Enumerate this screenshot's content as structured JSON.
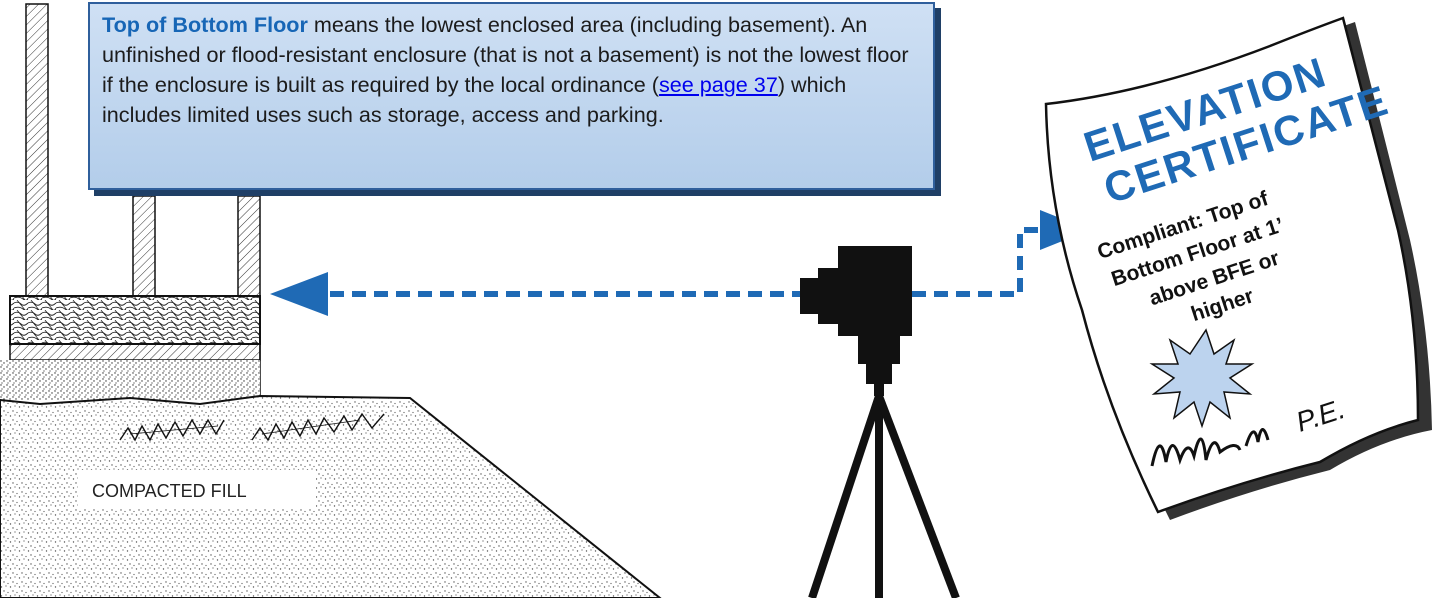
{
  "callout": {
    "term": "Top of Bottom Floor",
    "text_1": " means the lowest enclosed area (including basement). An unfinished or flood-resistant enclosure (that is not a basement) is not the lowest floor if the enclosure is built as required by the local ordinance (",
    "link": "see page 37",
    "text_2": ") which includes limited uses such as storage, access and parking."
  },
  "ground": {
    "fill_label": "COMPACTED FILL"
  },
  "certificate": {
    "title_line1": "ELEVATION",
    "title_line2": "CERTIFICATE",
    "body_lines": [
      "Compliant: Top of",
      "Bottom Floor at 1’",
      "above BFE or",
      "higher"
    ],
    "signature_suffix": "P.E."
  },
  "colors": {
    "callout_bg": "#bcd3ee",
    "callout_border": "#2f5f9c",
    "term": "#1766b6",
    "arrow": "#1f6ab5",
    "cert_title": "#1f6ab5",
    "seal": "#bcd3ee"
  },
  "icons": {
    "camera": "survey-level-icon",
    "seal": "starburst-seal-icon"
  }
}
